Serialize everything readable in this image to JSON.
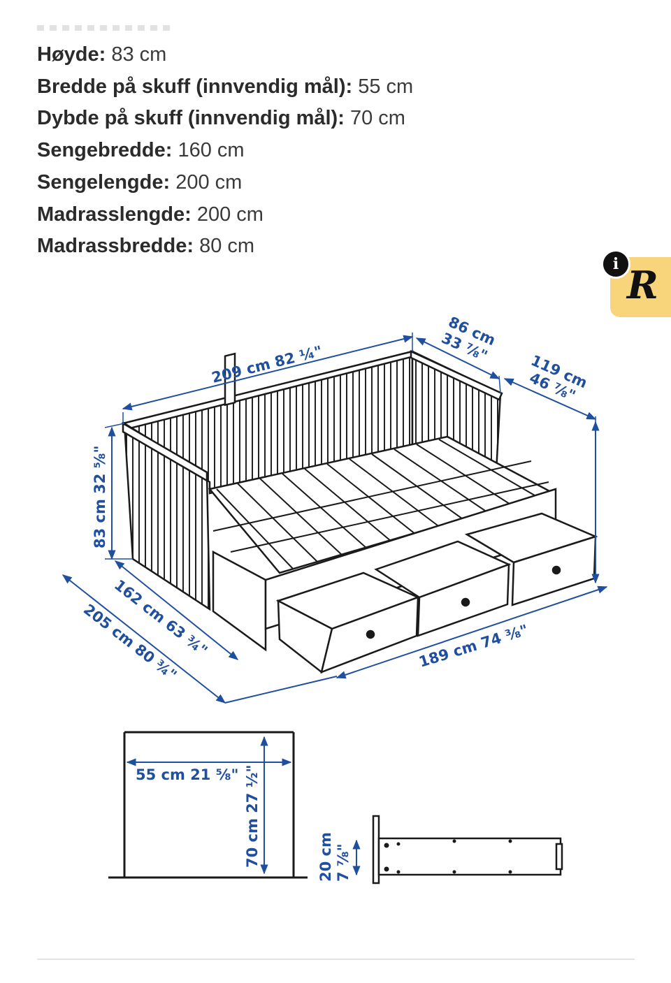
{
  "specs": [
    {
      "label": "Høyde:",
      "value": "83 cm"
    },
    {
      "label": "Bredde på skuff (innvendig mål):",
      "value": "55 cm"
    },
    {
      "label": "Dybde på skuff (innvendig mål):",
      "value": "70 cm"
    },
    {
      "label": "Sengebredde:",
      "value": "160 cm"
    },
    {
      "label": "Sengelengde:",
      "value": "200 cm"
    },
    {
      "label": "Madrasslengde:",
      "value": "200 cm"
    },
    {
      "label": "Madrassbredde:",
      "value": "80 cm"
    }
  ],
  "badge": {
    "info": "i",
    "letter": "R"
  },
  "dimensions": {
    "length_top": "209 cm 82 ¼\"",
    "depth_end": "86 cm",
    "depth_end_in": "33 ⅞\"",
    "height_right": "119 cm",
    "height_right_in": "46 ⅞\"",
    "height_left": "83 cm 32 ⅝\"",
    "depth_162": "162 cm 63 ¾\"",
    "depth_205": "205 cm 80 ¾\"",
    "length_bottom": "189 cm 74 ⅜\"",
    "drawer_width": "55 cm 21 ⅝\"",
    "drawer_depth": "70 cm 27 ½\"",
    "drawer_height": "20 cm",
    "drawer_height_in": "7 ⅞\""
  },
  "colors": {
    "dimension_text": "#1f4f9e",
    "badge": "#f8d47a"
  }
}
